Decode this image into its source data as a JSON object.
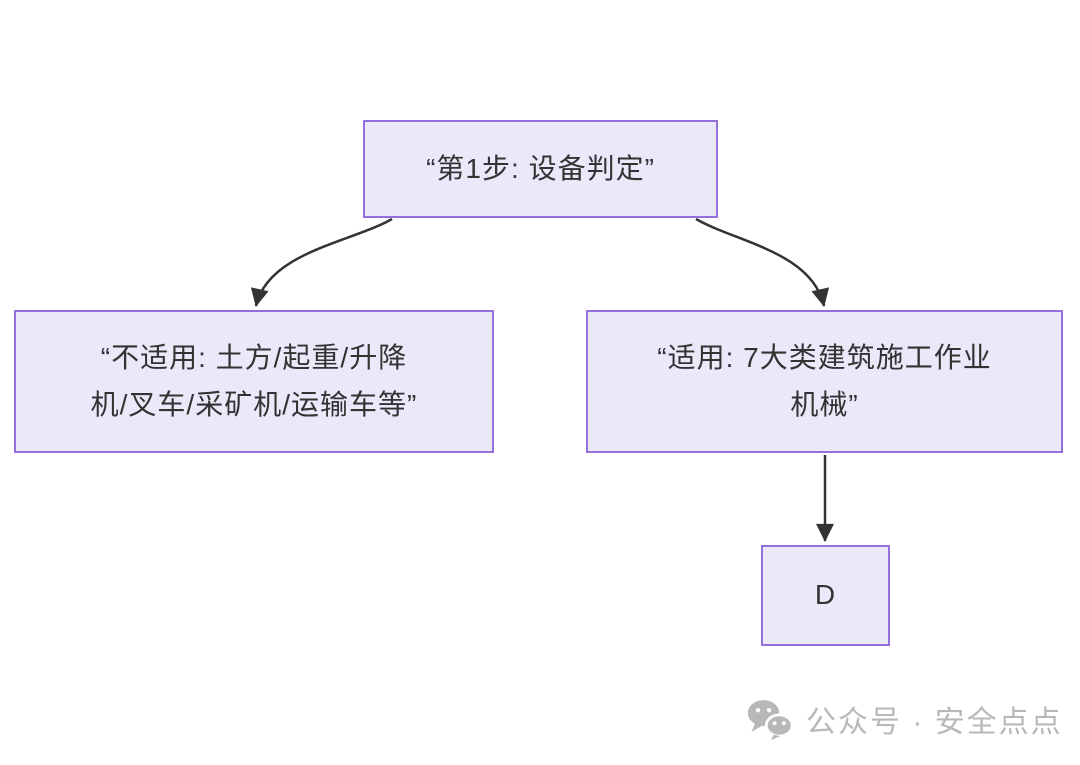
{
  "diagram": {
    "type": "flowchart",
    "direction": "top-down",
    "nodes": [
      {
        "id": "step1",
        "label": "“第1步: 设备判定”"
      },
      {
        "id": "not_applicable",
        "label": "“不适用: 土方/起重/升降\n机/叉车/采矿机/运输车等”"
      },
      {
        "id": "applicable",
        "label": "“适用: 7大类建筑施工作业\n机械”"
      },
      {
        "id": "d",
        "label": "D"
      }
    ],
    "edges": [
      {
        "from": "step1",
        "to": "not_applicable"
      },
      {
        "from": "step1",
        "to": "applicable"
      },
      {
        "from": "applicable",
        "to": "d"
      }
    ],
    "colors": {
      "node_fill": "#e9e9fa",
      "node_border": "#9370DB",
      "node_text": "#333333",
      "edge_stroke": "#333333",
      "background": "#ffffff",
      "watermark": "#b8b8b8"
    }
  },
  "watermark": {
    "icon": "wechat-icon",
    "text": "公众号 · 安全点点"
  }
}
